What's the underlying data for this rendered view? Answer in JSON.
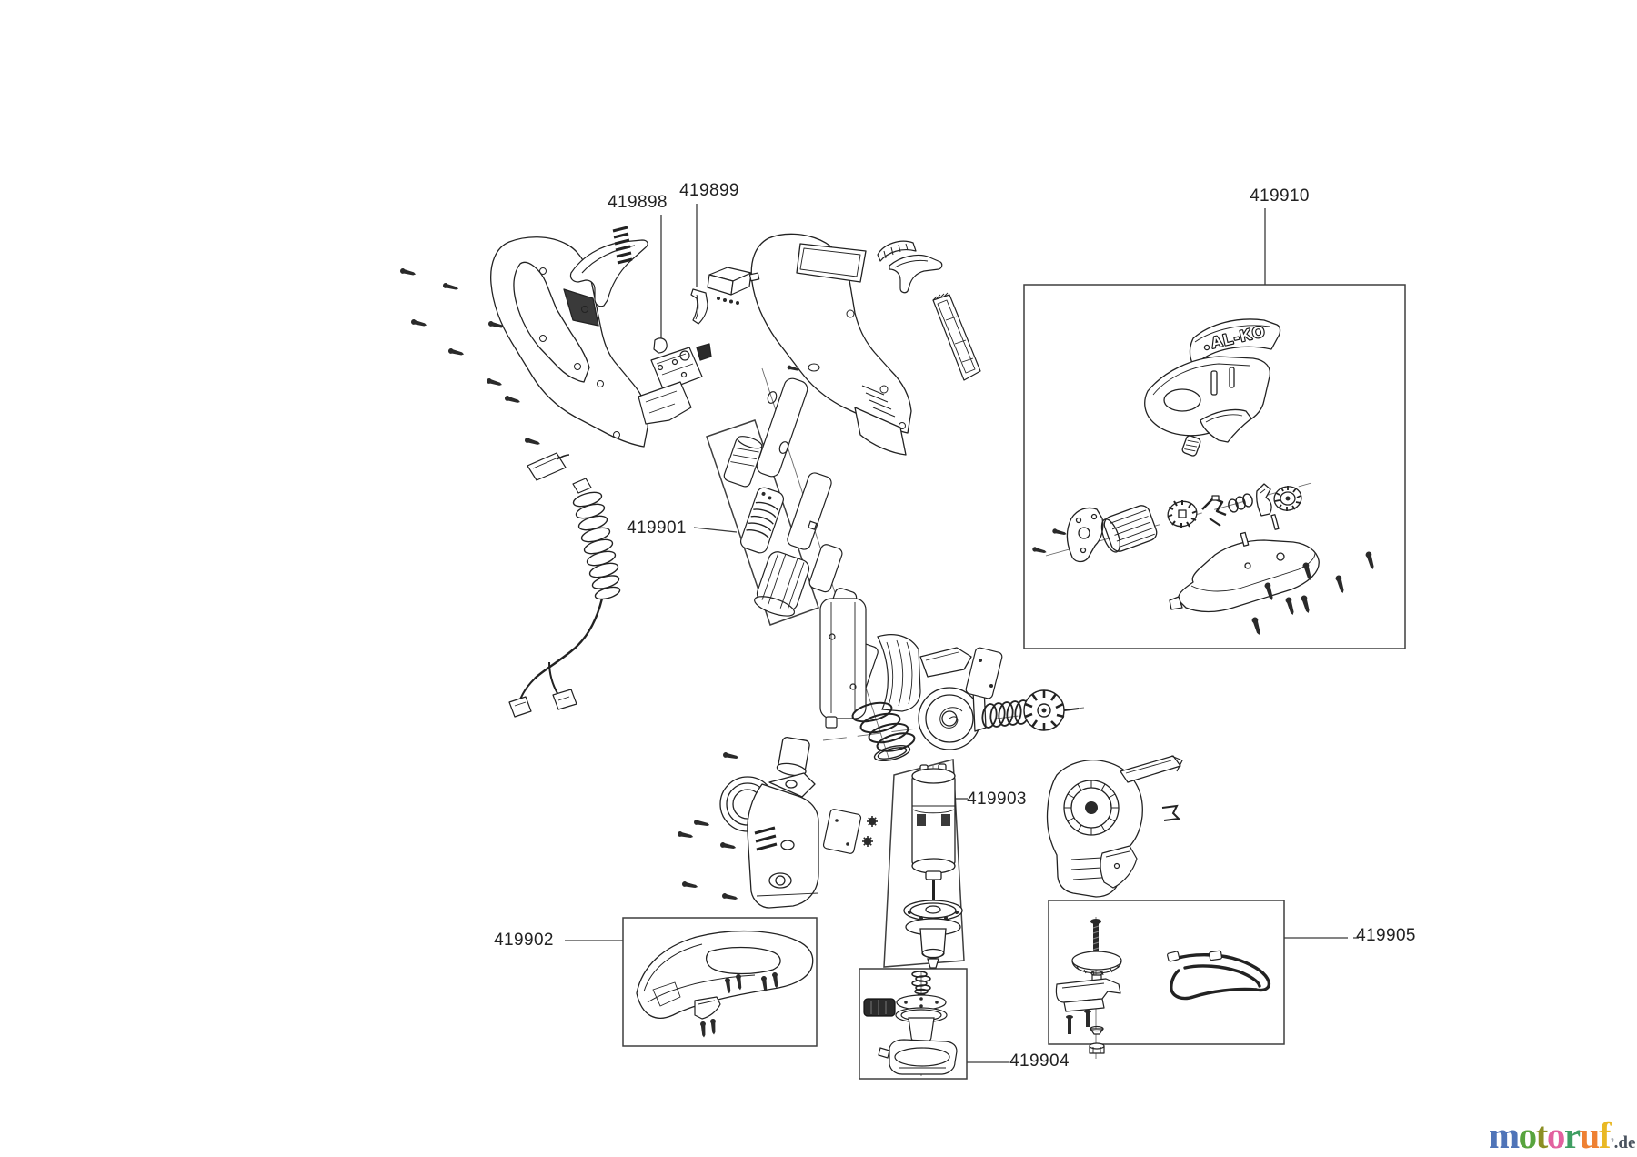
{
  "page": {
    "background": "#ffffff"
  },
  "diagram": {
    "type": "exploded-parts-diagram",
    "subject": "cordless grass trimmer spare parts",
    "brand_text_on_part": "AL-KO",
    "part_labels": [
      {
        "text": "419898"
      },
      {
        "text": "419899"
      },
      {
        "text": "419910"
      },
      {
        "text": "419901"
      },
      {
        "text": "419903"
      },
      {
        "text": "419902"
      },
      {
        "text": "419905"
      },
      {
        "text": "419904"
      }
    ]
  },
  "watermark": {
    "letters": [
      {
        "ch": "m",
        "color": "#4f74b8"
      },
      {
        "ch": "o",
        "color": "#58a43e"
      },
      {
        "ch": "t",
        "color": "#8c8f24"
      },
      {
        "ch": "o",
        "color": "#e2619f"
      },
      {
        "ch": "r",
        "color": "#3f9e62"
      },
      {
        "ch": "u",
        "color": "#ee8133"
      },
      {
        "ch": "f",
        "color": "#e9b824"
      }
    ],
    "suffix": ".de",
    "suffix_color": "#49525e",
    "line_color": "#2a2a2a"
  }
}
